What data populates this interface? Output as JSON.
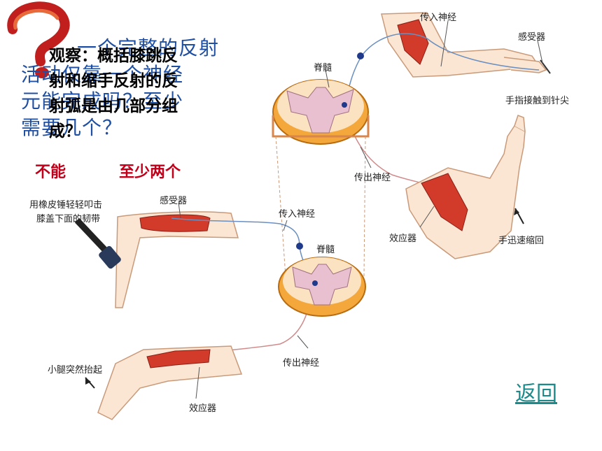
{
  "question": {
    "line1": "一个完整的反射",
    "line2": "活动仅靠一个神经",
    "line3": "元能完成吗？至少",
    "line4": "需要几个？"
  },
  "observe": {
    "line1": "观察：概括膝跳反",
    "line2": "射和缩手反射的反",
    "line3": "射弧是由几部分组",
    "line4": "成？"
  },
  "answers": {
    "no": "不能",
    "min": "至少两个"
  },
  "hand_diagram": {
    "afferent": "传入神经",
    "receptor": "感受器",
    "touch": "手指接触到针尖",
    "spinal": "脊髓",
    "efferent": "传出神经",
    "effector": "效应器",
    "withdraw": "手迅速缩回"
  },
  "knee_diagram": {
    "hammer_line1": "用橡皮锤轻轻叩击",
    "hammer_line2": "膝盖下面的韧带",
    "receptor": "感受器",
    "afferent": "传入神经",
    "spinal": "脊髓",
    "leg_lift": "小腿突然抬起",
    "efferent": "传出神经",
    "effector": "效应器"
  },
  "nav": {
    "back": "返回"
  },
  "colors": {
    "question": "#1f4fa3",
    "answer": "#c0001a",
    "back_link": "#1a8a8a",
    "muscle": "#d23a2a",
    "skin": "#fbe6d3",
    "cord_outer": "#f4a73a"
  }
}
